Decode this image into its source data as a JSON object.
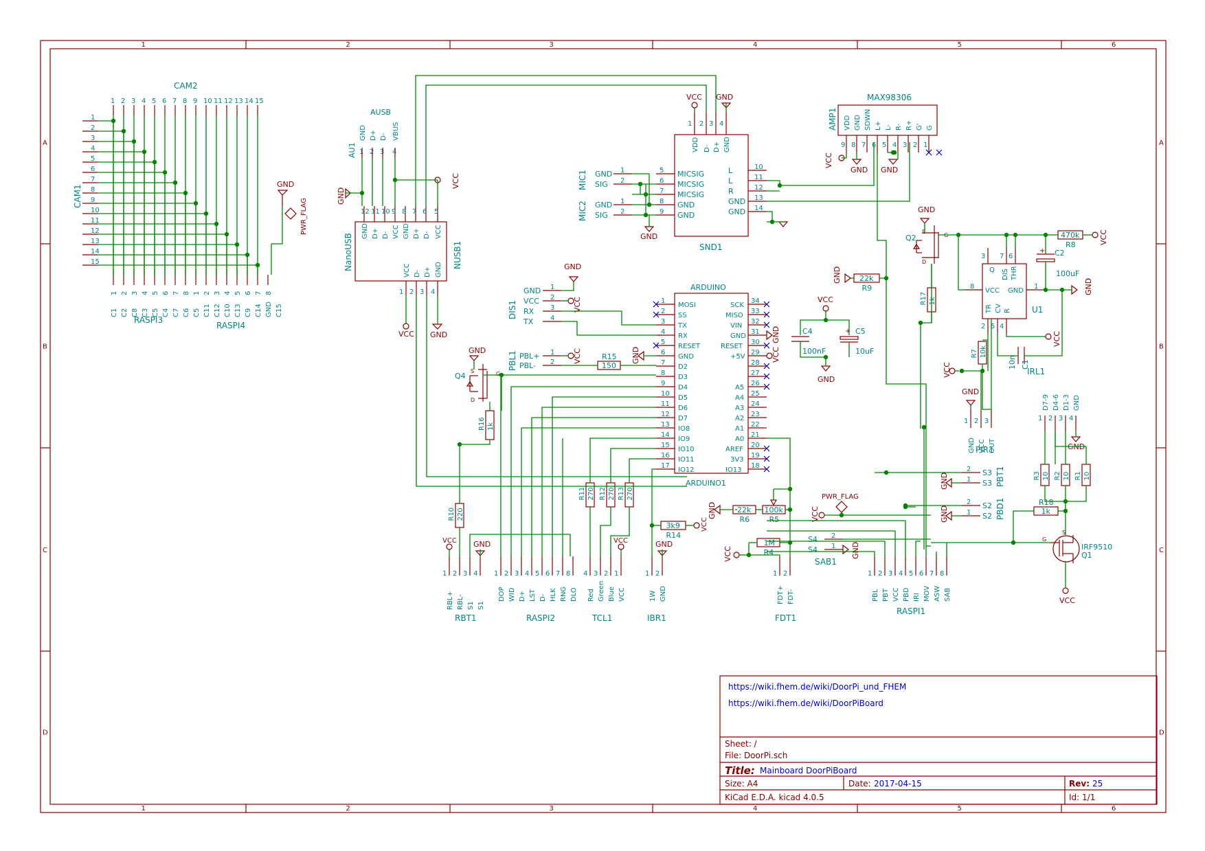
{
  "frame": {
    "columns": [
      "1",
      "2",
      "3",
      "4",
      "5",
      "6"
    ],
    "rows": [
      "A",
      "B",
      "C",
      "D"
    ]
  },
  "title_block": {
    "url1": "https://wiki.fhem.de/wiki/DoorPi_und_FHEM",
    "url2": "https://wiki.fhem.de/wiki/DoorPiBoard",
    "sheet": "Sheet: /",
    "file": "File: DoorPi.sch",
    "title_label": "Title:",
    "title": "Mainboard DoorPiBoard",
    "size_label": "Size: A4",
    "date_label": "Date:",
    "date": "2017-04-15",
    "rev_label": "Rev:",
    "rev": "25",
    "tool": "KiCad E.D.A.  kicad 4.0.5",
    "id": "Id: 1/1"
  },
  "cam": {
    "ref": "CAM2",
    "left_ref": "CAM1",
    "top_pins": [
      "1",
      "2",
      "3",
      "4",
      "5",
      "6",
      "7",
      "8",
      "9",
      "10",
      "11",
      "12",
      "13",
      "14",
      "15"
    ],
    "left_pins": [
      "1",
      "2",
      "3",
      "4",
      "5",
      "6",
      "7",
      "8",
      "9",
      "10",
      "11",
      "12",
      "13",
      "14",
      "15"
    ],
    "bottom_pins": [
      "1",
      "2",
      "3",
      "4",
      "5",
      "6",
      "7",
      "8",
      "1",
      "2",
      "3",
      "4",
      "5",
      "6",
      "7",
      "8"
    ],
    "bottom_names": [
      "C1",
      "C2",
      "C8",
      "C3",
      "C5",
      "C4",
      "C7",
      "C6",
      "C5",
      "C11",
      "C12",
      "C10",
      "C13",
      "C9",
      "C14",
      "GND",
      "C15"
    ],
    "raspi3": "RASPI3",
    "raspi4": "RASPI4",
    "gnd": "GND",
    "flag": "PWR_FLAG"
  },
  "usb": {
    "ref": "AUSB",
    "side_ref": "AU1",
    "pins_top": [
      "1",
      "2",
      "3",
      "4"
    ],
    "pin_names": [
      "GND",
      "D+",
      "D-",
      "VBUS"
    ],
    "nusb_ref": "NUSB1",
    "nano": "NanoUSB",
    "nusb_top": [
      "12",
      "11",
      "10",
      "9",
      "8",
      "7",
      "6",
      "5"
    ],
    "nusb_names": [
      "GND",
      "D+",
      "D-",
      "VCC",
      "GND",
      "D+",
      "D-",
      "VCC"
    ],
    "nusb_bottom": [
      "1",
      "2",
      "3",
      "4"
    ],
    "nusb_bottom_names": [
      "VCC",
      "D-",
      "D+",
      "GND"
    ],
    "vcc": "VCC",
    "gnd": "GND"
  },
  "snd": {
    "ref": "SND1",
    "pins_top": [
      "1",
      "2",
      "3",
      "4"
    ],
    "top_names": [
      "VDD",
      "D-",
      "D+",
      "GND"
    ],
    "left": [
      [
        "5",
        "MICSIG"
      ],
      [
        "6",
        "MICSIG"
      ],
      [
        "7",
        "MICSIG"
      ],
      [
        "8",
        "GND"
      ],
      [
        "9",
        "GND"
      ]
    ],
    "right": [
      [
        "10",
        "L"
      ],
      [
        "11",
        "L"
      ],
      [
        "12",
        "R"
      ],
      [
        "13",
        "GND"
      ],
      [
        "14",
        "GND"
      ]
    ],
    "mic1": "MIC1",
    "mic2": "MIC2",
    "gnd": "GND",
    "sig": "SIG",
    "vcc": "VCC"
  },
  "amp": {
    "ref": "AMP1",
    "value": "MAX98306",
    "pins": [
      "9",
      "8",
      "7",
      "6",
      "5",
      "4",
      "3",
      "2",
      "1"
    ],
    "names": [
      "VDD",
      "GND",
      "SDWN",
      "L+",
      "L-",
      "R-",
      "R+",
      "G'",
      "G"
    ],
    "vcc": "VCC",
    "gnd": "GND"
  },
  "arduino": {
    "ref": "ARDUINO1",
    "value": "ARDUINO",
    "left": [
      [
        "1",
        "MOSI"
      ],
      [
        "2",
        "SS"
      ],
      [
        "3",
        "TX"
      ],
      [
        "4",
        "RX"
      ],
      [
        "5",
        "RESET"
      ],
      [
        "6",
        "GND"
      ],
      [
        "7",
        "D2"
      ],
      [
        "8",
        "D3"
      ],
      [
        "9",
        "D4"
      ],
      [
        "10",
        "D5"
      ],
      [
        "11",
        "D6"
      ],
      [
        "12",
        "D7"
      ],
      [
        "13",
        "IO8"
      ],
      [
        "14",
        "IO9"
      ],
      [
        "15",
        "IO10"
      ],
      [
        "16",
        "IO11"
      ],
      [
        "17",
        "IO12"
      ]
    ],
    "right": [
      [
        "34",
        "SCK"
      ],
      [
        "33",
        "MISO"
      ],
      [
        "32",
        "VIN"
      ],
      [
        "31",
        "GND"
      ],
      [
        "30",
        "RESET"
      ],
      [
        "29",
        "+5V"
      ],
      [
        "28",
        ""
      ],
      [
        "27",
        ""
      ],
      [
        "26",
        "A5"
      ],
      [
        "25",
        "A4"
      ],
      [
        "24",
        "A3"
      ],
      [
        "23",
        "A2"
      ],
      [
        "22",
        "A1"
      ],
      [
        "21",
        "A0"
      ],
      [
        "20",
        "AREF"
      ],
      [
        "19",
        "3V3"
      ],
      [
        "18",
        "IO13"
      ]
    ],
    "vcc": "VCC",
    "gnd": "GND"
  },
  "dis": {
    "ref": "DIS1",
    "names": [
      "GND",
      "VCC",
      "RX",
      "TX"
    ],
    "pins": [
      "1",
      "2",
      "3",
      "4"
    ],
    "gnd": "GND",
    "vcc": "VCC"
  },
  "pbl": {
    "ref": "PBL1",
    "names": [
      "PBL+",
      "PBL-"
    ],
    "pins": [
      "1",
      "2"
    ],
    "vcc": "VCC"
  },
  "r15": {
    "ref": "R15",
    "value": "150"
  },
  "q4": {
    "ref": "Q4",
    "gnd": "GND",
    "s": "S",
    "d": "D",
    "g": "G"
  },
  "r16": {
    "ref": "R16",
    "value": "1k"
  },
  "r10": {
    "ref": "R10",
    "value": "220"
  },
  "rbt": {
    "ref": "RBT1",
    "names": [
      "RBL+",
      "RBL-",
      "S1",
      "S1"
    ],
    "pins": [
      "1",
      "2",
      "3",
      "4"
    ],
    "vcc": "VCC",
    "gnd": "GND"
  },
  "raspi2": {
    "ref": "RASPI2",
    "names": [
      "DOP",
      "WID",
      "D+",
      "LST",
      "D-",
      "HLK",
      "RNG",
      "DLO"
    ],
    "pins": [
      "1",
      "2",
      "3",
      "4",
      "5",
      "6",
      "7",
      "8"
    ]
  },
  "tcl": {
    "ref": "TCL1",
    "names": [
      "Red",
      "Green",
      "Blue",
      "VCC"
    ],
    "pins": [
      "4",
      "3",
      "2",
      "1"
    ],
    "vcc": "VCC"
  },
  "r11": {
    "ref": "R11",
    "value": "270"
  },
  "r12": {
    "ref": "R12",
    "value": "270"
  },
  "r13": {
    "ref": "R13",
    "value": "270"
  },
  "r14": {
    "ref": "R14",
    "value": "3k9"
  },
  "ibr": {
    "ref": "IBR1",
    "names": [
      "1W",
      "GND"
    ],
    "pins": [
      "1",
      "2"
    ],
    "gnd": "GND",
    "vcc": "VCC"
  },
  "r5": {
    "ref": "R5",
    "value": "100k"
  },
  "r6": {
    "ref": "R6",
    "value": "22k"
  },
  "r4": {
    "ref": "R4",
    "value": "1M"
  },
  "fdt": {
    "ref": "FDT1",
    "names": [
      "FDT+",
      "FDT-"
    ],
    "pins": [
      "1",
      "2"
    ],
    "vcc": "VCC",
    "gnd": "GND"
  },
  "raspi1": {
    "ref": "RASPI1",
    "names": [
      "PBL",
      "PBT",
      "VCC",
      "PBD",
      "IRI",
      "MOV",
      "ASW",
      "SAB"
    ],
    "pins": [
      "1",
      "2",
      "3",
      "4",
      "5",
      "6",
      "7",
      "8"
    ]
  },
  "pwr2": {
    "flag": "PWR_FLAG",
    "vcc": "VCC"
  },
  "pbt": {
    "ref": "PBT1",
    "labels": [
      "S3",
      "S3"
    ],
    "pins": [
      "2",
      "1"
    ],
    "gnd": "GND"
  },
  "pbd": {
    "ref": "PBD1",
    "labels": [
      "S2",
      "S2"
    ],
    "pins": [
      "2",
      "1"
    ],
    "gnd": "GND"
  },
  "sab": {
    "ref": "SAB1",
    "labels": [
      "S4",
      "S4"
    ],
    "pins": [
      "2",
      "1"
    ],
    "gnd": "GND"
  },
  "cap": {
    "c4": "C4",
    "c4v": "100nF",
    "c5": "C5",
    "c5v": "10uF",
    "vcc": "VCC",
    "gnd": "GND"
  },
  "r9": {
    "ref": "R9",
    "value": "22k",
    "gnd": "GND"
  },
  "q2": {
    "ref": "Q2",
    "gnd": "GND",
    "s": "S",
    "d": "D",
    "g": "G"
  },
  "r17": {
    "ref": "R17",
    "value": "1k"
  },
  "u1": {
    "ref": "U1",
    "names": [
      "Q",
      "DIS",
      "THR",
      "VCC",
      "GND",
      "TR",
      "CV",
      "R"
    ],
    "pins": [
      "3",
      "7",
      "6",
      "8",
      "1",
      "2",
      "5",
      "4"
    ],
    "vcc": "VCC",
    "gnd": "GND"
  },
  "c2": {
    "ref": "C2",
    "value": "100uF"
  },
  "r8": {
    "ref": "R8",
    "value": "470k",
    "vcc": "VCC"
  },
  "c1": {
    "ref": "C1",
    "value": "10n"
  },
  "r7": {
    "ref": "R7",
    "value": "10k",
    "vcc": "VCC"
  },
  "irl": {
    "ref": "IRL1"
  },
  "pir": {
    "ref": "PIR1",
    "names": [
      "GND",
      "VCC",
      "OUT"
    ],
    "pins": [
      "1",
      "2",
      "3"
    ],
    "gnd": "GND"
  },
  "dsub": {
    "names": [
      "D7-9",
      "D4-6",
      "D1-3",
      "GND"
    ],
    "pins": [
      "1",
      "2",
      "3",
      "4"
    ],
    "gnd": "GND"
  },
  "r3": {
    "ref": "R3",
    "value": "10"
  },
  "r2": {
    "ref": "R2",
    "value": "10"
  },
  "r1": {
    "ref": "R1",
    "value": "10"
  },
  "r18": {
    "ref": "R18",
    "value": "1k"
  },
  "q1": {
    "ref": "Q1",
    "value": "IRF9510",
    "vcc": "VCC",
    "g": "G",
    "s": "S"
  }
}
